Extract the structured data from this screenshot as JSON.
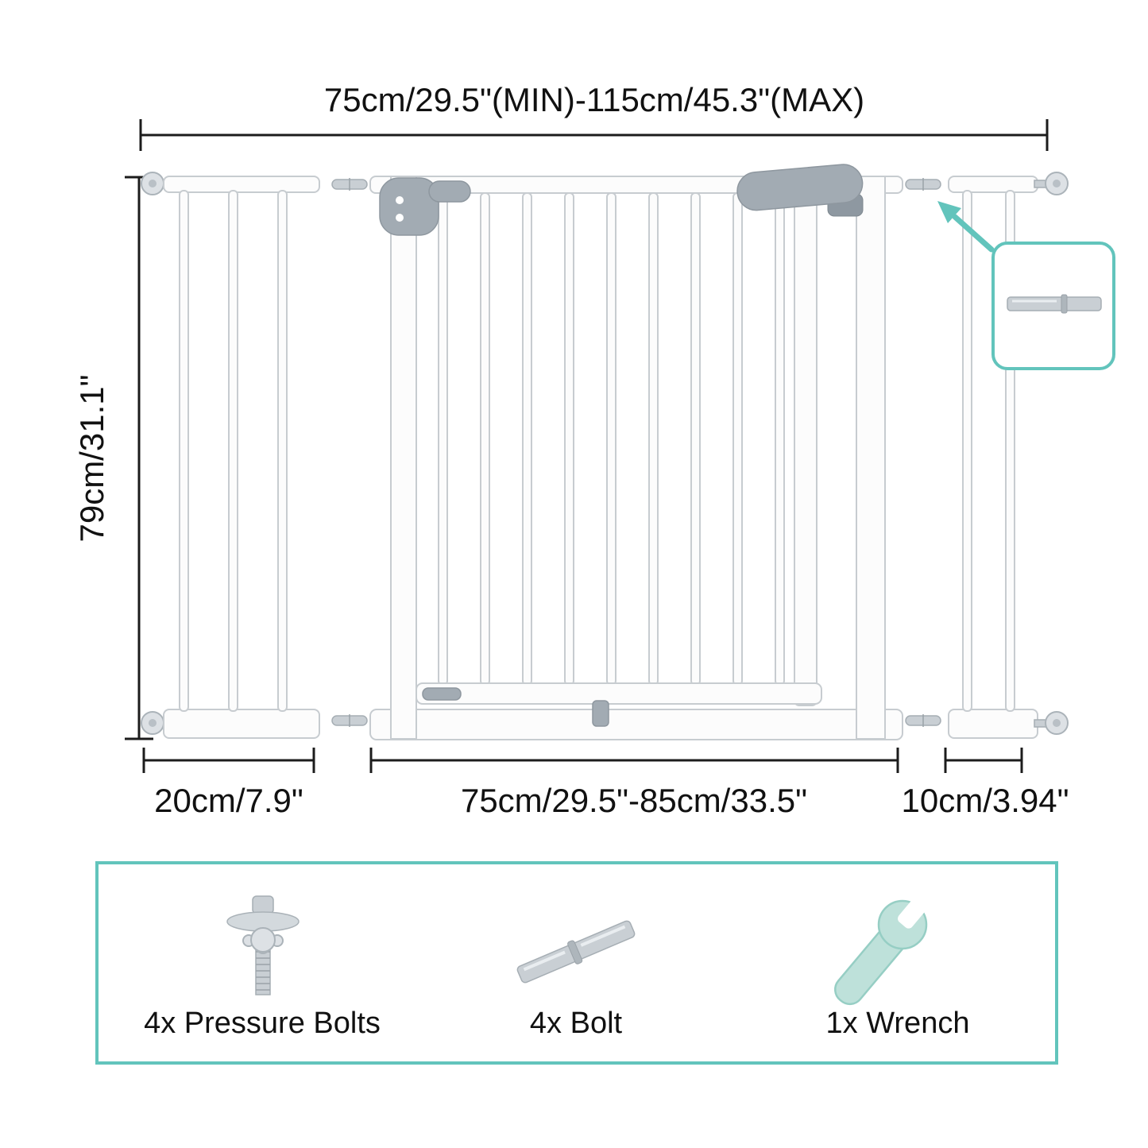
{
  "dimensions": {
    "overall_width": "75cm/29.5\"(MIN)-115cm/45.3\"(MAX)",
    "height": "79cm/31.1\"",
    "left_extension": "20cm/7.9\"",
    "gate_width": "75cm/29.5\"-85cm/33.5\"",
    "right_extension": "10cm/3.94\""
  },
  "callout": {
    "icon": "extension-bolt-icon"
  },
  "parts": {
    "items": [
      {
        "label": "4x Pressure Bolts",
        "icon": "pressure-bolt-icon"
      },
      {
        "label": "4x Bolt",
        "icon": "bolt-icon"
      },
      {
        "label": "1x Wrench",
        "icon": "wrench-icon"
      }
    ]
  },
  "colors": {
    "accent": "#62C4BC",
    "gate_outline": "#C7CCD0",
    "handle_gray": "#A2ABB3",
    "text": "#111111"
  }
}
